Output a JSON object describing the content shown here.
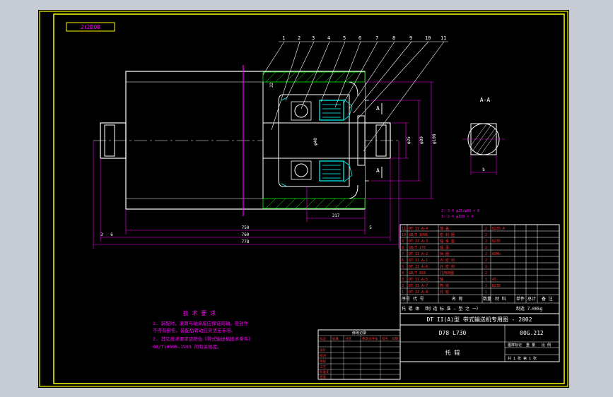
{
  "drawing": {
    "stamp": "2ℓ2D00",
    "section_label": "A-A",
    "key_dim": "b",
    "section_marks": [
      "A",
      "A"
    ],
    "part_numbers": [
      "1",
      "2",
      "3",
      "4",
      "5",
      "6",
      "7",
      "8",
      "9",
      "10",
      "11"
    ],
    "dimensions": {
      "d_shaft": "φ40",
      "d_axle": "φ25",
      "d_roll": "φ89",
      "d_outer": "φ108",
      "w_317": "317",
      "w_750": "750",
      "w_760": "760",
      "w_778": "778",
      "w_6": "6",
      "w_5": "5",
      "w_3": "3",
      "w_32": "32"
    },
    "notes_top": [
      "2: 3-4 φ25/φ89 × 8",
      "3: 2-4 φ108 × 4"
    ]
  },
  "tech_notes": {
    "title": "技 术 要 求",
    "lines": [
      "1. 装配时，滚筒与轴承座应保证同轴，密封件",
      "   不得有损伤，装配后转动应灵活无卡滞。",
      "2. 其它技术要求应符合《带式输送机技术条件》",
      "   GB/T10595-1989 的有关规定。"
    ]
  },
  "parts_table": {
    "header": [
      "序号",
      "代 号",
      "名 称",
      "数量",
      "材 料",
      "单件",
      "总计",
      "备 注"
    ],
    "rows": [
      [
        "11",
        "DT II A-4",
        "端 盖",
        "2",
        "Q235-A",
        "",
        "",
        ""
      ],
      [
        "10",
        "GB/T 1096",
        "密 封 圈",
        "2",
        "",
        "",
        "",
        ""
      ],
      [
        "9",
        "DT II A-3",
        "轴 承 座",
        "2",
        "Q235",
        "",
        "",
        ""
      ],
      [
        "8",
        "GB/T 276",
        "轴 承",
        "2",
        "",
        "",
        "",
        ""
      ],
      [
        "7",
        "DT II A-2",
        "挡 圈",
        "2",
        "65Mn",
        "",
        "",
        ""
      ],
      [
        "6",
        "DT II A-1",
        "内 密 封",
        "2",
        "",
        "",
        "",
        ""
      ],
      [
        "5",
        "DT II A-6",
        "外 密 封",
        "2",
        "",
        "",
        "",
        ""
      ],
      [
        "4",
        "GB/T 893",
        "孔用挡圈",
        "2",
        "",
        "",
        "",
        ""
      ],
      [
        "3",
        "DT II A-5",
        "轴",
        "1",
        "45",
        "",
        "",
        ""
      ],
      [
        "2",
        "DT II A-7",
        "筒 体",
        "1",
        "Q235",
        "",
        "",
        ""
      ],
      [
        "1",
        "DT II A-8",
        "托 辊",
        "1",
        "",
        "",
        "",
        ""
      ]
    ],
    "footer1": "托 辊 体 （制 造 标 准 — 型 之 一）",
    "footer2": "制造 7.00kg",
    "banner": "DT II(A)型 带式输送机专用图 - 2002",
    "drawing_no": "D78 L730",
    "code": "00G.212",
    "part_name": "托 辊",
    "scale_labels": [
      "图样标记",
      "重 量",
      "比 例"
    ],
    "sheet": "共 1 张 第 1 张"
  },
  "revision_table": {
    "title": "修改记录",
    "headers": [
      "标记",
      "处数",
      "分区",
      "更改文件号",
      "签名",
      "日期"
    ],
    "roles": [
      "设计",
      "校对",
      "审核",
      "工艺",
      "标准化",
      "批准"
    ]
  },
  "colors": {
    "background": "#000000",
    "frame": "#ffff00",
    "line": "#ffffff",
    "dimension": "#ff00ff",
    "detail": "#00ffff",
    "hatch": "#00ff00",
    "text_red": "#ff3333"
  }
}
